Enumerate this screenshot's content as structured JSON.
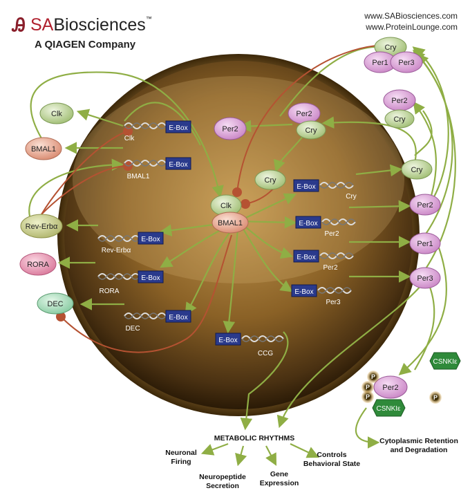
{
  "header": {
    "logo_glyph": "Ꭿ",
    "brand_prefix": "SA",
    "brand_suffix": "Biosciences",
    "trademark": "™",
    "company": "A QIAGEN Company",
    "url1": "www.SABiosciences.com",
    "url2": "www.ProteinLounge.com"
  },
  "colors": {
    "arrow": "#8fae45",
    "inhibit": "#b55232",
    "ebox": "#2a3a8c",
    "clk_green": "#bfd49a",
    "per_pink": "#d7a0d4",
    "bmal_salmon": "#e8a890",
    "rora_pink": "#e39ab1",
    "dec_mint": "#a8dcb6",
    "csnk_green": "#2f8a3a",
    "cell": "#8a6126"
  },
  "proteins": {
    "clk_left": "Clk",
    "bmal1_left": "BMAL1",
    "rev_erb": "Rev-Erbα",
    "rora": "RORA",
    "dec": "DEC",
    "clk_center": "Clk",
    "bmal1_center": "BMAL1",
    "per2_mid": "Per2",
    "per2_top": "Per2",
    "cry_top": "Cry",
    "cry_mid": "Cry",
    "cry_tr": "Cry",
    "per1_tr": "Per1",
    "per3_tr": "Per3",
    "per2_r": "Per2",
    "cry_r": "Cry",
    "cry_r2": "Cry",
    "per2_r2": "Per2",
    "per1_r": "Per1",
    "per3_r": "Per3",
    "per2_bottom": "Per2",
    "csnk_top": "CSNKIε",
    "csnk_bottom": "CSNKIε",
    "phos": "P"
  },
  "genes": {
    "ebox": "E-Box",
    "clk": "Clk",
    "bmal1": "BMAL1",
    "rev_erb": "Rev-Erbα",
    "rora": "RORA",
    "dec": "DEC",
    "cry": "Cry",
    "per2a": "Per2",
    "per2b": "Per2",
    "per3": "Per3",
    "ccg": "CCG"
  },
  "outputs": {
    "metabolic": "METABOLIC RHYTHMS",
    "neuronal_1": "Neuronal",
    "neuronal_2": "Firing",
    "neuropeptide_1": "Neuropeptide",
    "neuropeptide_2": "Secretion",
    "gene_1": "Gene",
    "gene_2": "Expression",
    "controls_1": "Controls",
    "controls_2": "Behavioral State",
    "cyto_1": "Cytoplasmic Retention",
    "cyto_2": "and Degradation"
  }
}
